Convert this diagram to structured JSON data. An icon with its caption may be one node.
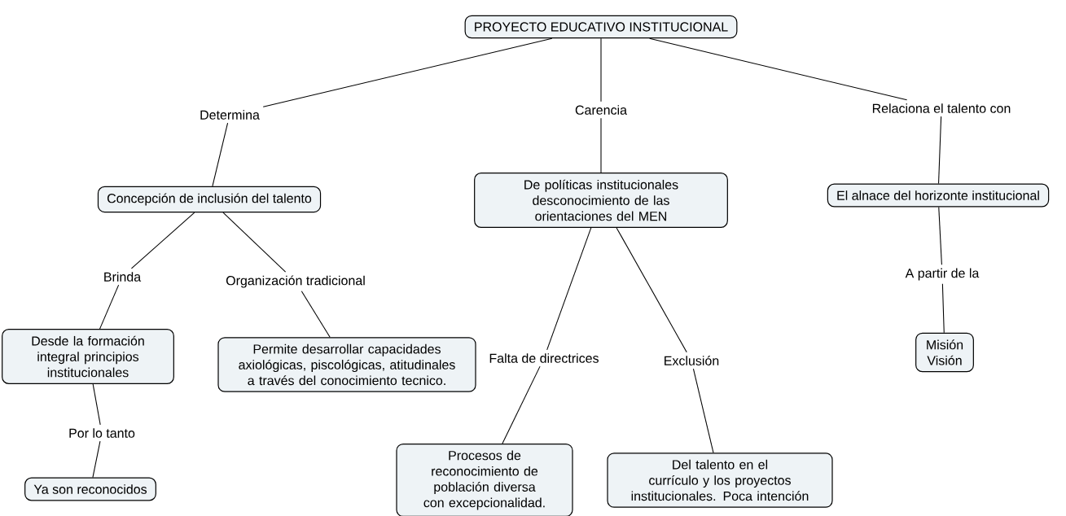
{
  "diagram": {
    "nodes": [
      {
        "text": [
          "PROYECTO EDUCATIVO INSTITUCIONAL"
        ]
      },
      {
        "text": [
          "Determina"
        ]
      },
      {
        "text": [
          "Carencia"
        ]
      },
      {
        "text": [
          "Relaciona el talento con"
        ]
      },
      {
        "text": [
          "Concepción de inclusión del talento"
        ]
      },
      {
        "text": [
          "De políticas institucionales desconocimiento de las orientaciones del MEN"
        ]
      },
      {
        "text": [
          "El alnace del horizonte institucional"
        ]
      },
      {
        "text": [
          "Brinda"
        ]
      },
      {
        "text": [
          "Organización tradicional"
        ]
      },
      {
        "text": [
          "A partir de la"
        ]
      },
      {
        "text": [
          "Desde la formación integral principios institucionales"
        ]
      },
      {
        "text": [
          "Permite desarrollar capacidades axiológicas, piscológicas, atitudinales a través del conocimiento tecnico."
        ]
      },
      {
        "text": [
          "Falta de directrices"
        ]
      },
      {
        "text": [
          "Exclusión"
        ]
      },
      {
        "text": [
          "Misión Visión"
        ]
      },
      {
        "text": [
          "Por lo tanto"
        ]
      },
      {
        "text": [
          "Procesos de reconocimiento de población diversa con excepcionalidad."
        ]
      },
      {
        "text": [
          "Del talento en el currículo y los proyectos institucionales. Poca intención"
        ]
      },
      {
        "text": [
          "Ya son reconocidos"
        ]
      }
    ],
    "edges": [
      {
        "from": 0,
        "to": 1,
        "arrow": "none"
      },
      {
        "from": 0,
        "to": 2,
        "arrow": "none"
      },
      {
        "from": 0,
        "to": 3,
        "arrow": "none"
      },
      {
        "from": 1,
        "to": 4,
        "arrow": "none"
      },
      {
        "from": 2,
        "to": 5,
        "arrow": "none"
      },
      {
        "from": 3,
        "to": 6,
        "arrow": "none"
      },
      {
        "from": 4,
        "to": 7,
        "arrow": "none"
      },
      {
        "from": 4,
        "to": 8,
        "arrow": "none"
      },
      {
        "from": 7,
        "to": 10,
        "arrow": "none"
      },
      {
        "from": 8,
        "to": 11,
        "arrow": "none"
      },
      {
        "from": 5,
        "to": 12,
        "arrow": "none"
      },
      {
        "from": 5,
        "to": 13,
        "arrow": "none"
      },
      {
        "from": 6,
        "to": 9,
        "arrow": "none"
      },
      {
        "from": 9,
        "to": 14,
        "arrow": "none"
      },
      {
        "from": 10,
        "to": 15,
        "arrow": "none"
      },
      {
        "from": 15,
        "to": 18,
        "arrow": "none"
      },
      {
        "from": 12,
        "to": 16,
        "arrow": "none"
      },
      {
        "from": 13,
        "to": 17,
        "arrow": "none"
      }
    ]
  }
}
